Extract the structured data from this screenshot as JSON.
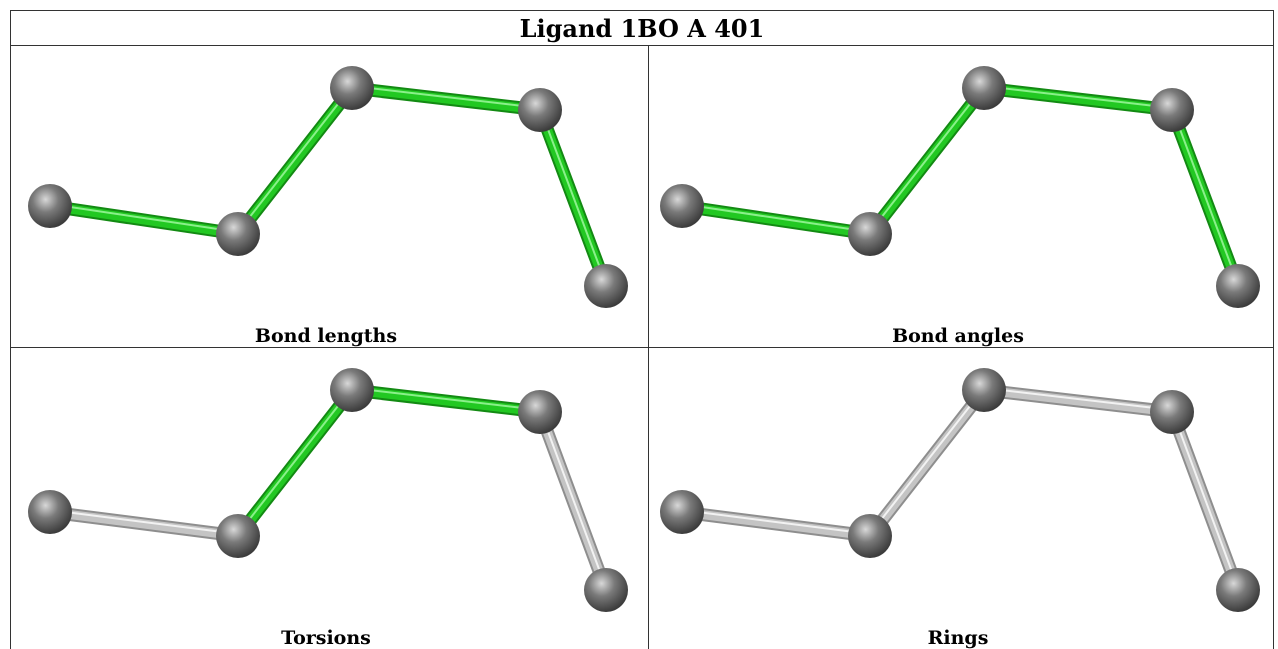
{
  "title": "Ligand 1BO A 401",
  "panels": [
    {
      "caption": "Bond lengths",
      "highlight": [
        true,
        true,
        true,
        true,
        true
      ]
    },
    {
      "caption": "Bond angles",
      "highlight": [
        true,
        true,
        true,
        true,
        true
      ]
    },
    {
      "caption": "Torsions",
      "highlight": [
        false,
        true,
        true,
        false,
        false
      ]
    },
    {
      "caption": "Rings",
      "highlight": [
        false,
        false,
        false,
        false,
        false
      ]
    }
  ],
  "colors": {
    "highlight_bond": "#22c822",
    "plain_bond": "#c4c4c4",
    "atom": "#7a7a7a"
  }
}
